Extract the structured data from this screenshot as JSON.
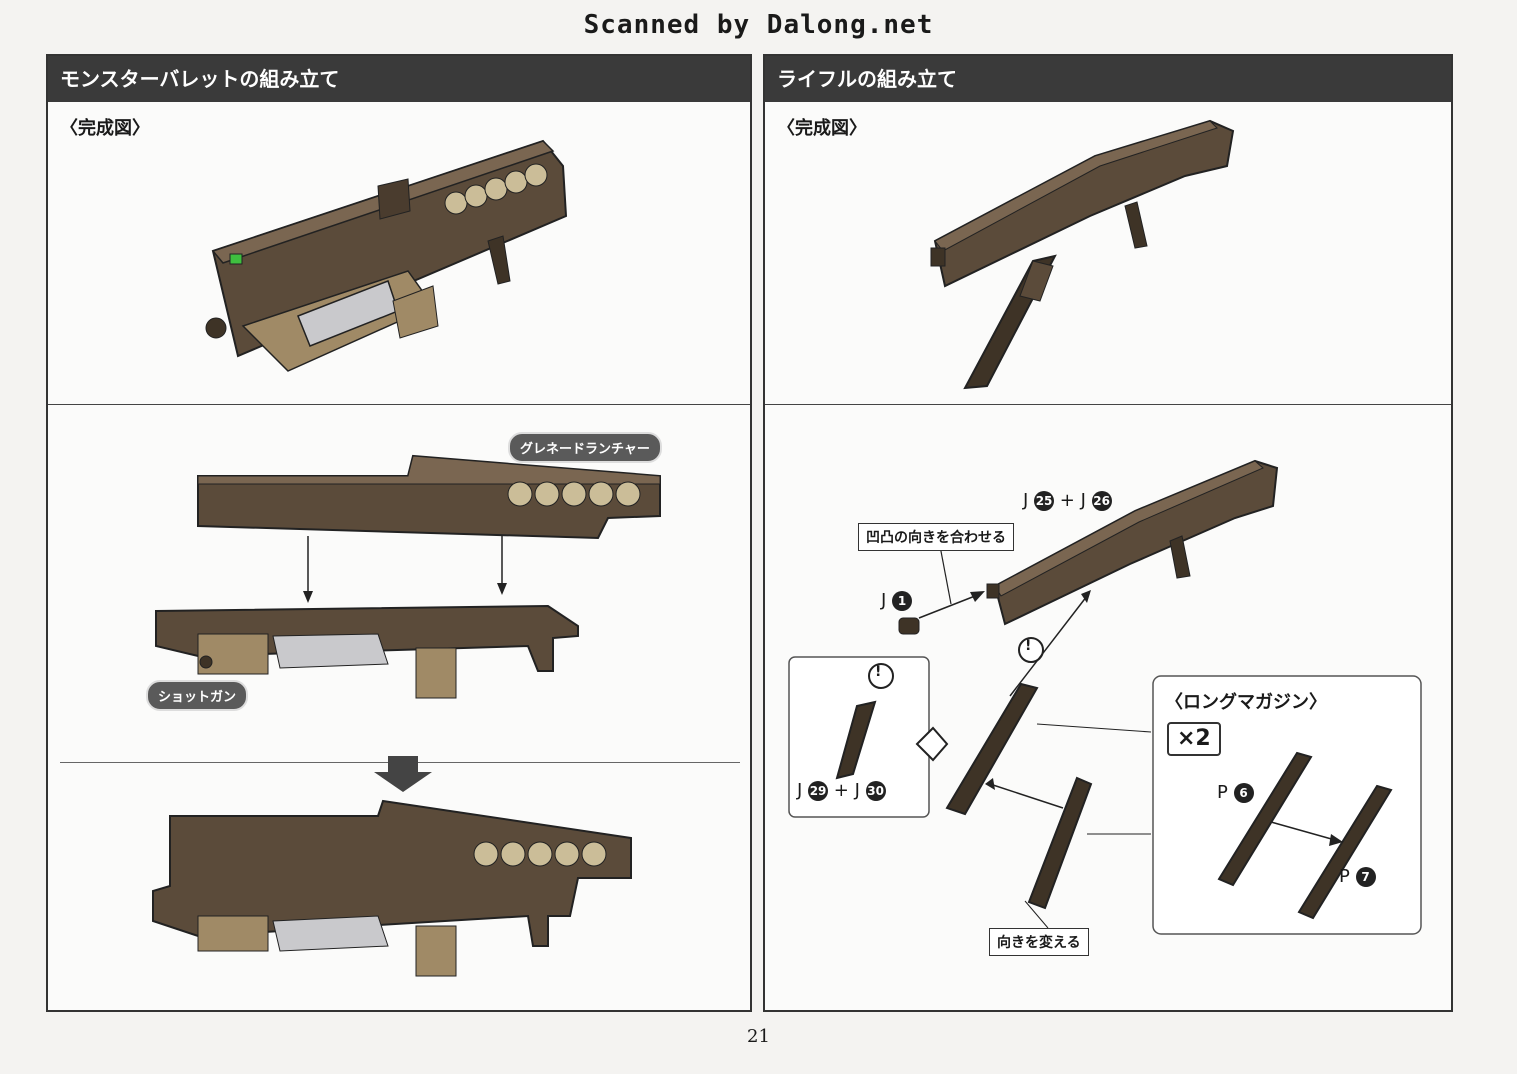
{
  "scan_credit": "Scanned by Dalong.net",
  "left_panel": {
    "title": "モンスターバレットの組み立て",
    "subtitle": "〈完成図〉",
    "callouts": {
      "grenade_launcher": "グレネードランチャー",
      "shotgun": "ショットガン"
    }
  },
  "right_panel": {
    "title": "ライフルの組み立て",
    "subtitle": "〈完成図〉",
    "callouts": {
      "align_notch": "凹凸の向きを合わせる",
      "change_direction": "向きを変える"
    },
    "part_labels": {
      "j25_j26": {
        "p1": "J",
        "n1": "25",
        "mid": "+ J",
        "n2": "26"
      },
      "j1": {
        "p1": "J",
        "n1": "1"
      },
      "j29_j30": {
        "p1": "J",
        "n1": "29",
        "mid": "+ J",
        "n2": "30"
      },
      "p6": {
        "p1": "P",
        "n1": "6"
      },
      "p7": {
        "p1": "P",
        "n1": "7"
      }
    },
    "long_magazine": {
      "title": "〈ロングマガジン〉",
      "quantity": "×2"
    },
    "caution_mark": "!"
  },
  "page_number": "21",
  "colors": {
    "gun_body": "#5b4b3a",
    "gun_dark": "#3e3326",
    "tan_part": "#a08a66",
    "drum": "#cbbd98",
    "gray_part": "#c9c9cc",
    "header_bg": "#3a3a3a"
  }
}
